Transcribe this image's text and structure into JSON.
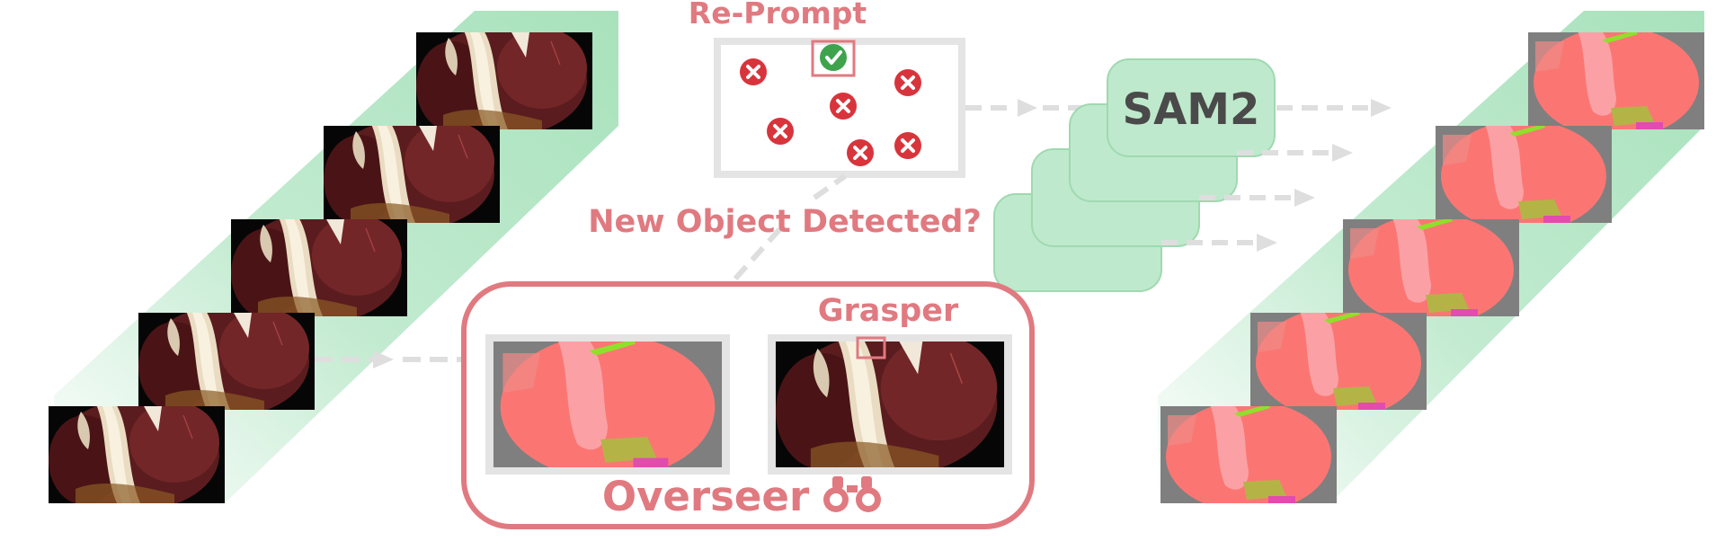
{
  "labels": {
    "reprompt": "Re-Prompt",
    "new_object": "New Object Detected?",
    "grasper": "Grasper",
    "overseer": "Overseer",
    "sam2": "SAM2"
  },
  "colors": {
    "accent_pink": "#e07a80",
    "sam_green_fill": "#bfe9cc",
    "sam_green_stroke": "#9fd9b0",
    "ribbon_green": "#a8e2bc",
    "arrow_gray": "#dedede",
    "frame_gray": "#e4e4e4",
    "check_green": "#3fa34d",
    "cross_red": "#d8343c",
    "seg_red": "#fb7673",
    "seg_lightpink": "#fba1a6",
    "seg_olive": "#b4b446",
    "seg_magenta": "#e14cae",
    "seg_lime": "#8fe02a",
    "bg_gray": "#7f7f7f",
    "tissue_dark": "#5a1c1e"
  },
  "icons": {
    "check": "check-circle-icon",
    "cross": "x-circle-icon",
    "binoculars": "binoculars-icon"
  },
  "reprompt_markers": {
    "total": 7,
    "accepted": 1,
    "rejected": 6
  }
}
